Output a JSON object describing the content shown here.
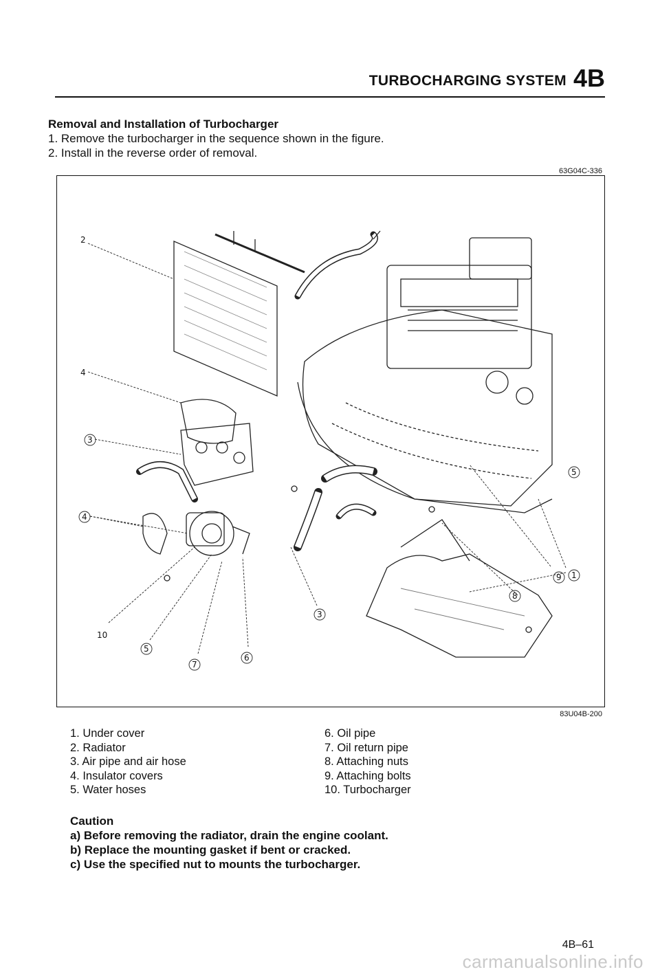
{
  "header": {
    "title": "TURBOCHARGING SYSTEM",
    "code": "4B"
  },
  "section": {
    "title": "Removal and Installation of Turbocharger",
    "steps": [
      "1. Remove the turbocharger in the sequence shown in the figure.",
      "2. Install in the reverse order of removal."
    ]
  },
  "figure": {
    "ref_top": "63G04C-336",
    "ref_bottom": "83U04B-200",
    "callouts": [
      "2",
      "4",
      "3",
      "4",
      "10",
      "5",
      "7",
      "6",
      "3",
      "8",
      "9",
      "5",
      "1"
    ]
  },
  "legend_left": [
    "1. Under cover",
    "2. Radiator",
    "3. Air pipe and air hose",
    "4. Insulator covers",
    "5. Water hoses"
  ],
  "legend_right": [
    "6. Oil pipe",
    "7. Oil return pipe",
    "8. Attaching nuts",
    "9. Attaching bolts",
    "10. Turbocharger"
  ],
  "caution": {
    "title": "Caution",
    "items": [
      "a) Before removing the radiator, drain the engine coolant.",
      "b) Replace the mounting gasket if bent or cracked.",
      "c) Use the specified nut to mounts the turbocharger."
    ]
  },
  "page_number": "4B–61",
  "watermark": "carmanualsonline.info"
}
